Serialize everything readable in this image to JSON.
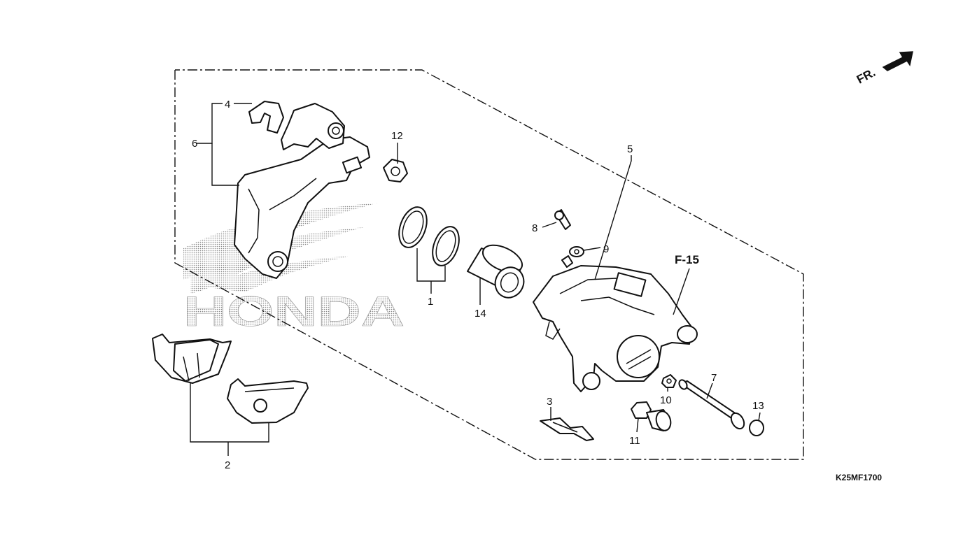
{
  "diagram": {
    "watermark": "HONDA",
    "direction_label": "FR.",
    "figure_ref": "F-15",
    "drawing_code": "K25MF1700",
    "callouts": {
      "c1": "1",
      "c2": "2",
      "c3": "3",
      "c4": "4",
      "c5": "5",
      "c6": "6",
      "c7": "7",
      "c8": "8",
      "c9": "9",
      "c10": "10",
      "c11": "11",
      "c12": "12",
      "c13": "13",
      "c14": "14"
    }
  }
}
